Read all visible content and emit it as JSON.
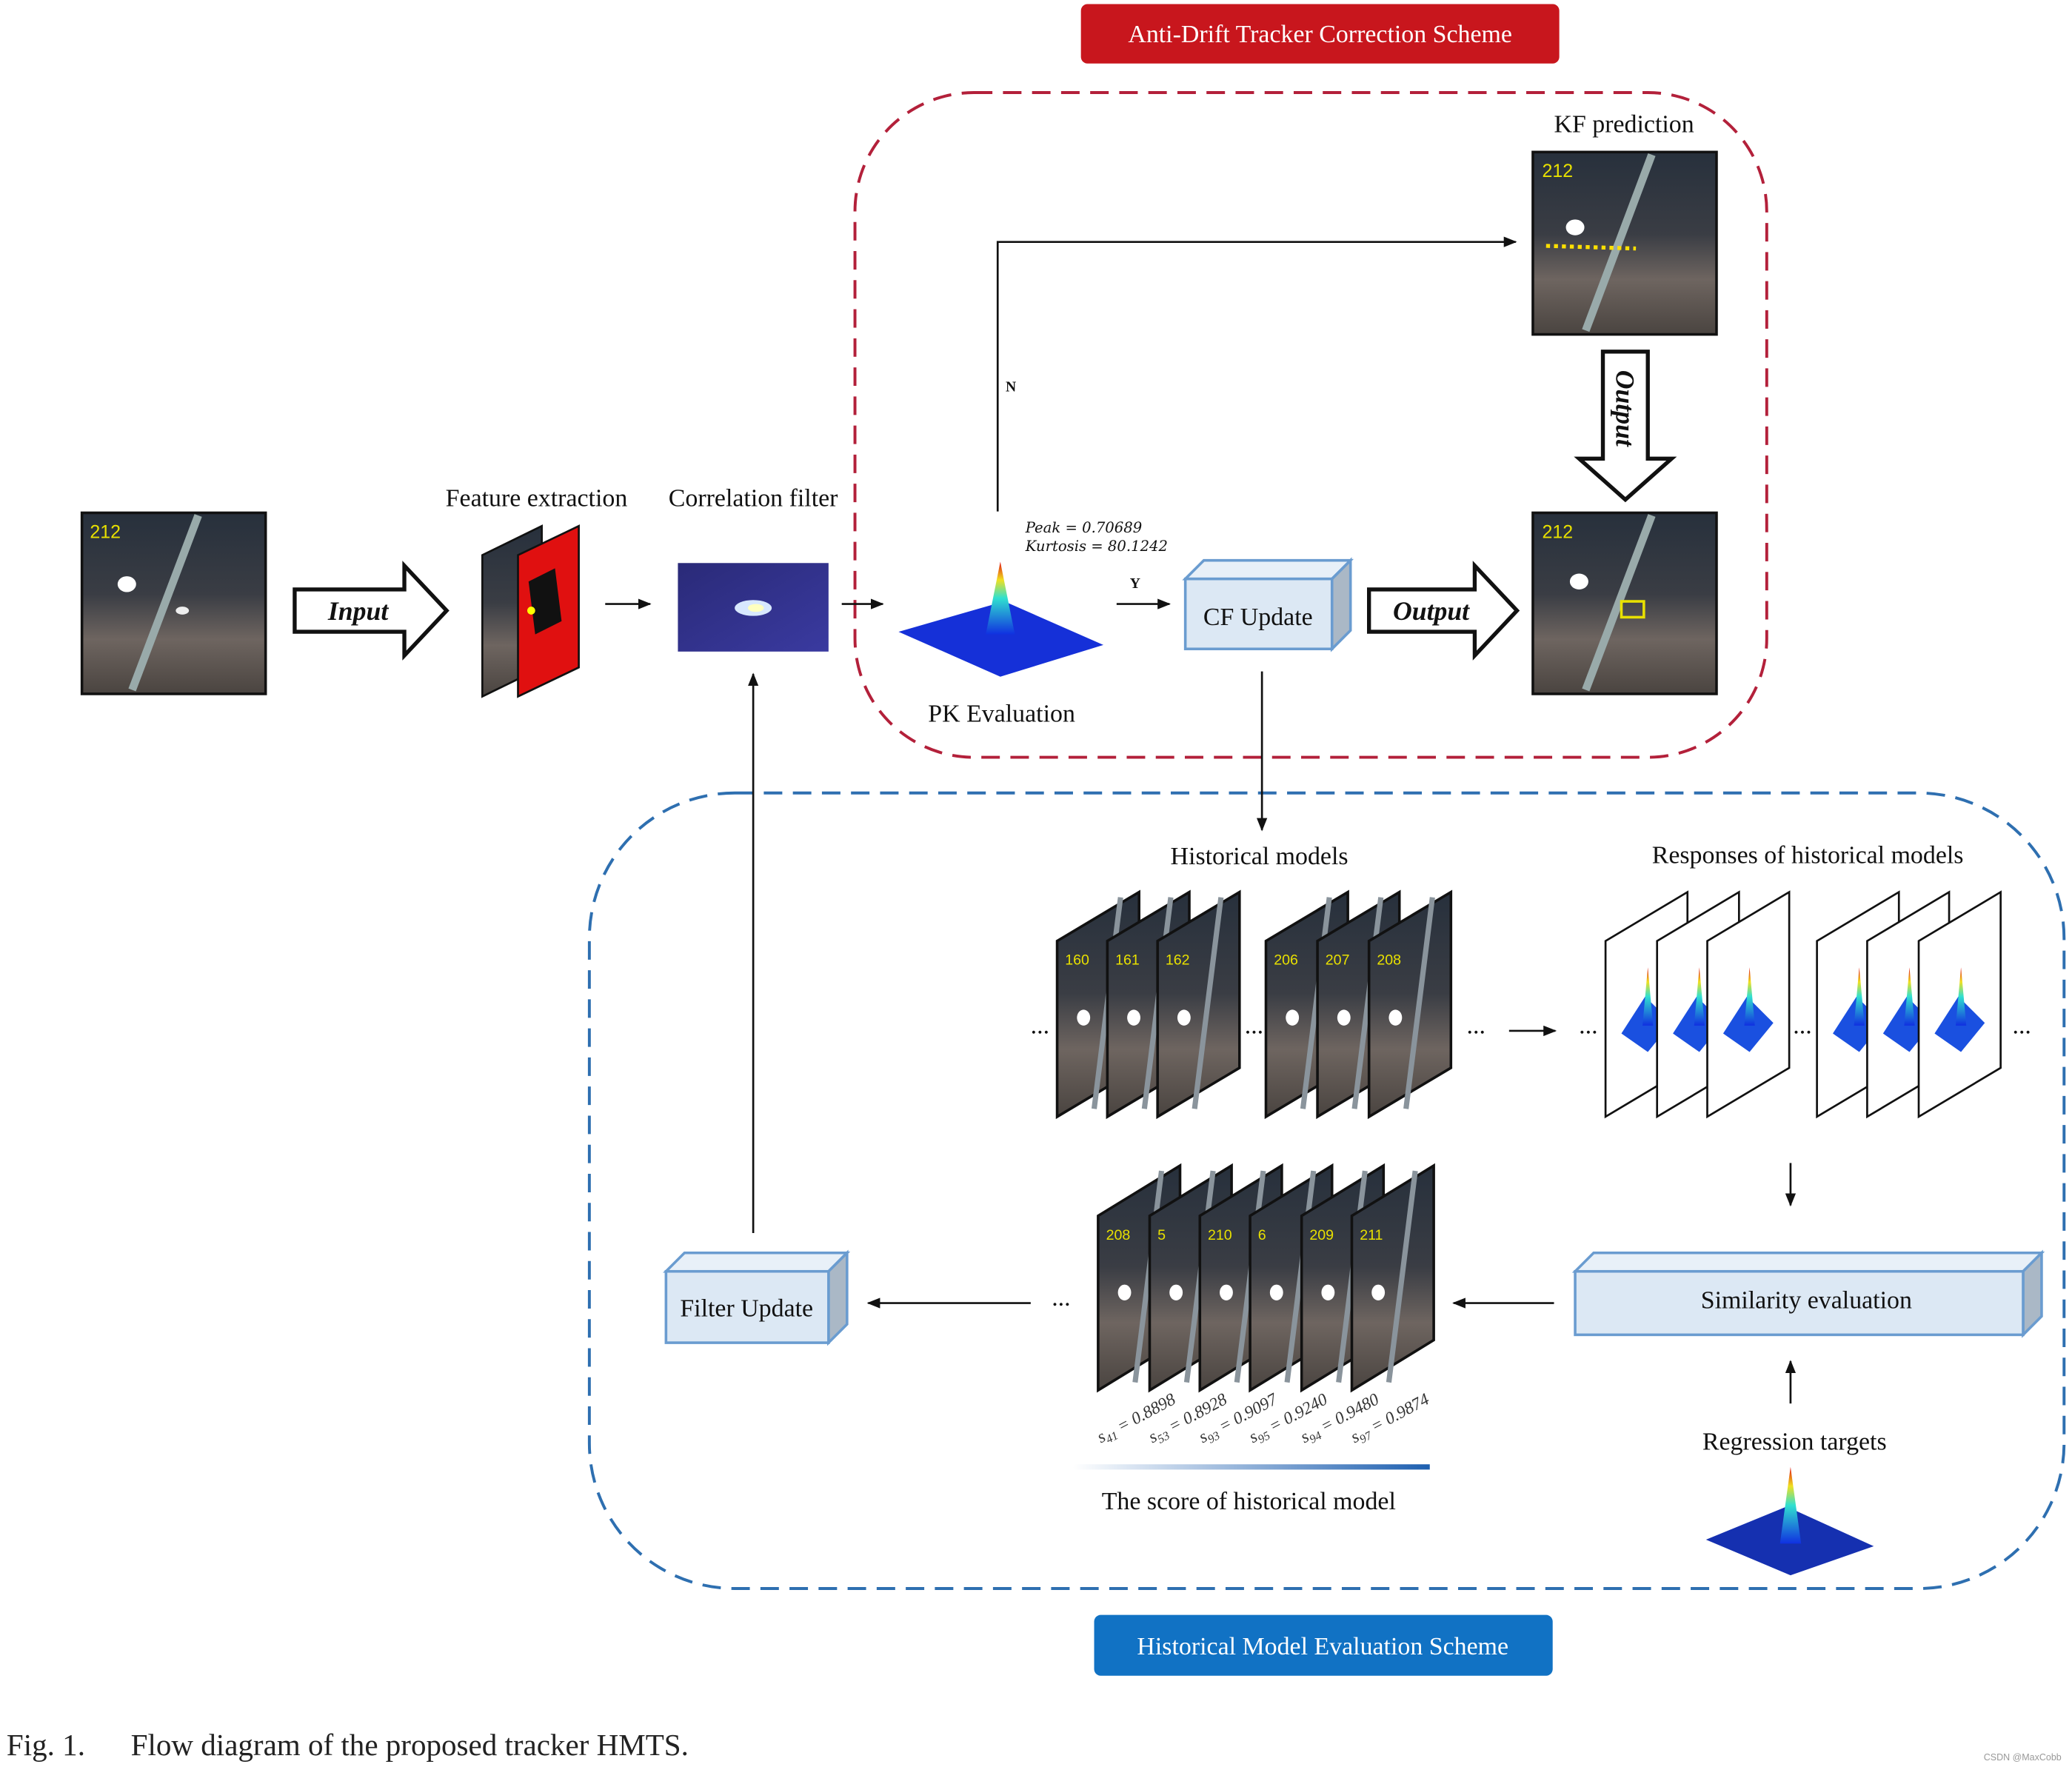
{
  "titles": {
    "anti_drift": "Anti-Drift Tracker Correction Scheme",
    "historical_eval": "Historical Model Evaluation Scheme"
  },
  "input": {
    "frame_number": "212",
    "arrow_label": "Input"
  },
  "labels": {
    "feature_extraction": "Feature extraction",
    "correlation_filter": "Correlation filter",
    "pk_evaluation": "PK Evaluation",
    "kf_prediction": "KF prediction",
    "cf_update": "CF Update",
    "filter_update": "Filter Update",
    "output_horizontal": "Output",
    "output_vertical": "Output",
    "branch_no": "N",
    "branch_yes": "Y",
    "historical_models": "Historical models",
    "responses": "Responses of historical models",
    "similarity": "Similarity evaluation",
    "regression": "Regression targets",
    "score_caption": "The score of historical model",
    "ellipsis": "..."
  },
  "pk": {
    "peak": "Peak = 0.70689",
    "kurtosis": "Kurtosis = 80.1242"
  },
  "kf_frame_number": "212",
  "output_frame_number": "212",
  "historical_frames": [
    "160",
    "161",
    "162",
    "206",
    "207",
    "208"
  ],
  "selected_frames": [
    {
      "frame": "208",
      "s": "s",
      "sub": "41",
      "value": " = 0.8898"
    },
    {
      "frame": "5",
      "s": "s",
      "sub": "53",
      "value": " = 0.8928"
    },
    {
      "frame": "210",
      "s": "s",
      "sub": "93",
      "value": " = 0.9097"
    },
    {
      "frame": "6",
      "s": "s",
      "sub": "95",
      "value": " = 0.9240"
    },
    {
      "frame": "209",
      "s": "s",
      "sub": "94",
      "value": " = 0.9480"
    },
    {
      "frame": "211",
      "s": "s",
      "sub": "97",
      "value": " = 0.9874"
    }
  ],
  "caption": {
    "fig": "Fig. 1.",
    "text": "Flow diagram of the proposed tracker HMTS."
  },
  "watermark": "CSDN @MaxCobb",
  "colors": {
    "anti_drift": "#c8161d",
    "historical_eval": "#1172c4",
    "red_dash": "#b3203a",
    "blue_dash": "#2e6fb0",
    "box_fill": "#dce8f4",
    "box_stroke": "#6a9cd0"
  }
}
